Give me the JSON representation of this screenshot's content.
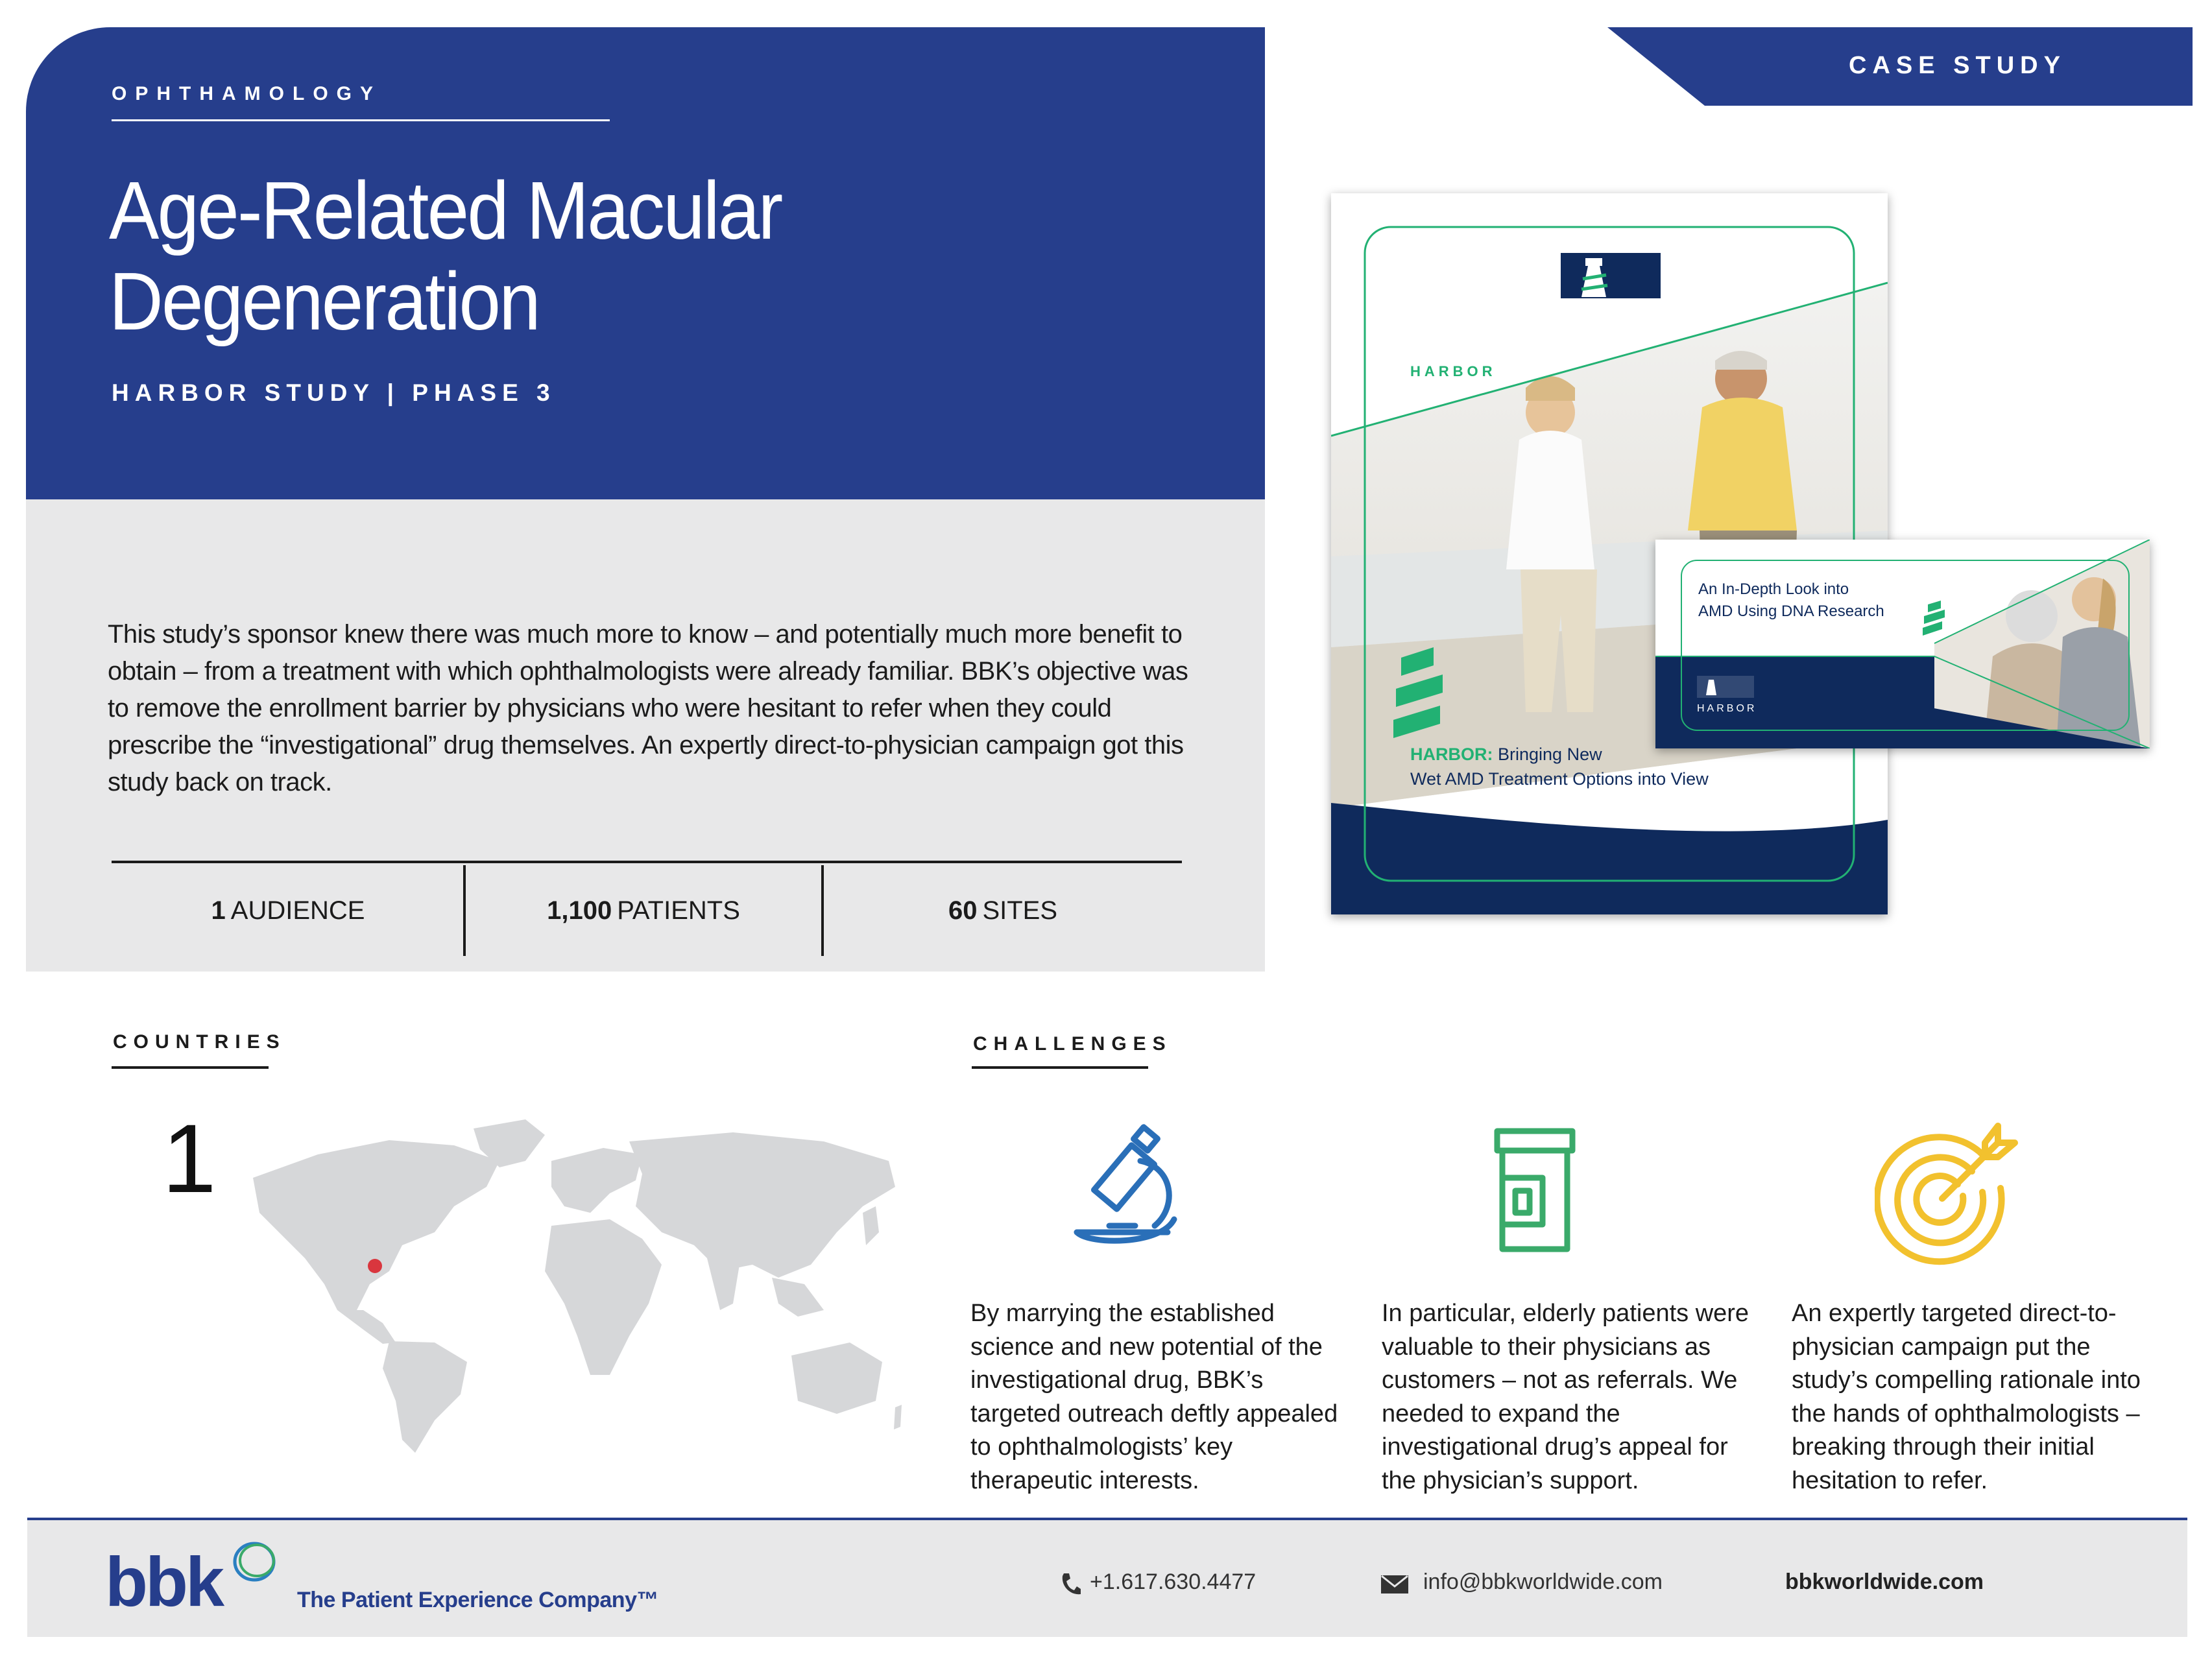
{
  "header": {
    "category": "OPHTHAMOLOGY",
    "title_line1": "Age-Related Macular",
    "title_line2": "Degeneration",
    "subtitle": "HARBOR STUDY | PHASE 3",
    "tab_label": "CASE STUDY"
  },
  "intro": "This study’s sponsor knew there was much more to know – and potentially much more benefit to obtain – from a treatment with which ophthalmologists were already familiar. BBK’s objective was to remove the enrollment barrier by physicians who were hesitant to refer when they could prescribe the “investigational” drug themselves. An expertly direct-to-physician campaign got this study back on track.",
  "stats": [
    {
      "number": "1",
      "label": "AUDIENCE"
    },
    {
      "number": "1,100",
      "label": "PATIENTS"
    },
    {
      "number": "60",
      "label": "SITES"
    }
  ],
  "brochure": {
    "logo_text": "HARBOR",
    "headline_brand": "HARBOR:",
    "headline_rest": " Bringing New",
    "headline_line2": "Wet AMD Treatment Options into View",
    "postcard_line1": "An In-Depth Look into",
    "postcard_line2": "AMD Using DNA Research",
    "postcard_logo": "HARBOR"
  },
  "countries": {
    "heading": "COUNTRIES",
    "count": "1"
  },
  "challenges": {
    "heading": "CHALLENGES",
    "items": [
      {
        "icon": "microscope-icon",
        "text": "By marrying the established science and new potential of the investigational drug, BBK’s targeted outreach deftly appealed to ophthalmologists’ key therapeutic interests."
      },
      {
        "icon": "pill-bottle-icon",
        "text": "In particular, elderly patients were valuable to their physicians as customers – not as referrals. We needed to expand the investigational drug’s appeal for the physician’s support."
      },
      {
        "icon": "target-icon",
        "text": "An expertly targeted direct-to-physician campaign put the study’s compelling rationale into the hands of ophthalmologists – breaking through their initial hesitation to refer."
      }
    ]
  },
  "footer": {
    "logo": "bbk",
    "tagline": "The Patient Experience Company™",
    "phone": "+1.617.630.4477",
    "email": "info@bbkworldwide.com",
    "website": "bbkworldwide.com"
  },
  "colors": {
    "navy": "#263e8c",
    "panel_grey": "#e8e8e9",
    "map_grey": "#d6d7d9",
    "marker_red": "#d9363e",
    "icon_blue": "#2a6fb8",
    "icon_green": "#3aaa6a",
    "icon_yellow": "#f2c12e",
    "harbor_green": "#22b173",
    "harbor_navy": "#0f2a5c"
  }
}
